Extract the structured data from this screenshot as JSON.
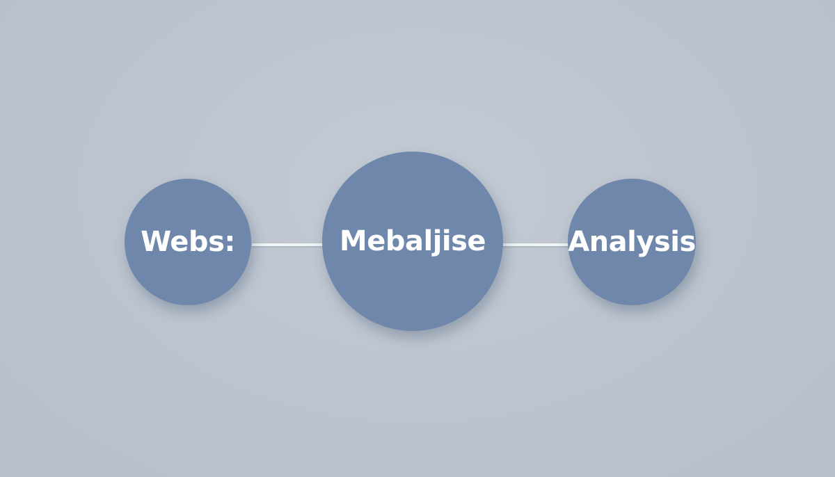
{
  "diagram": {
    "nodes": [
      {
        "label": "Webs:"
      },
      {
        "label": "Mebaljise"
      },
      {
        "label": "Analysis"
      }
    ],
    "colors": {
      "node_fill": "#6e87aa",
      "node_text": "#ffffff",
      "connector": "#f2f4f7",
      "background": "#bcc4cf"
    }
  }
}
